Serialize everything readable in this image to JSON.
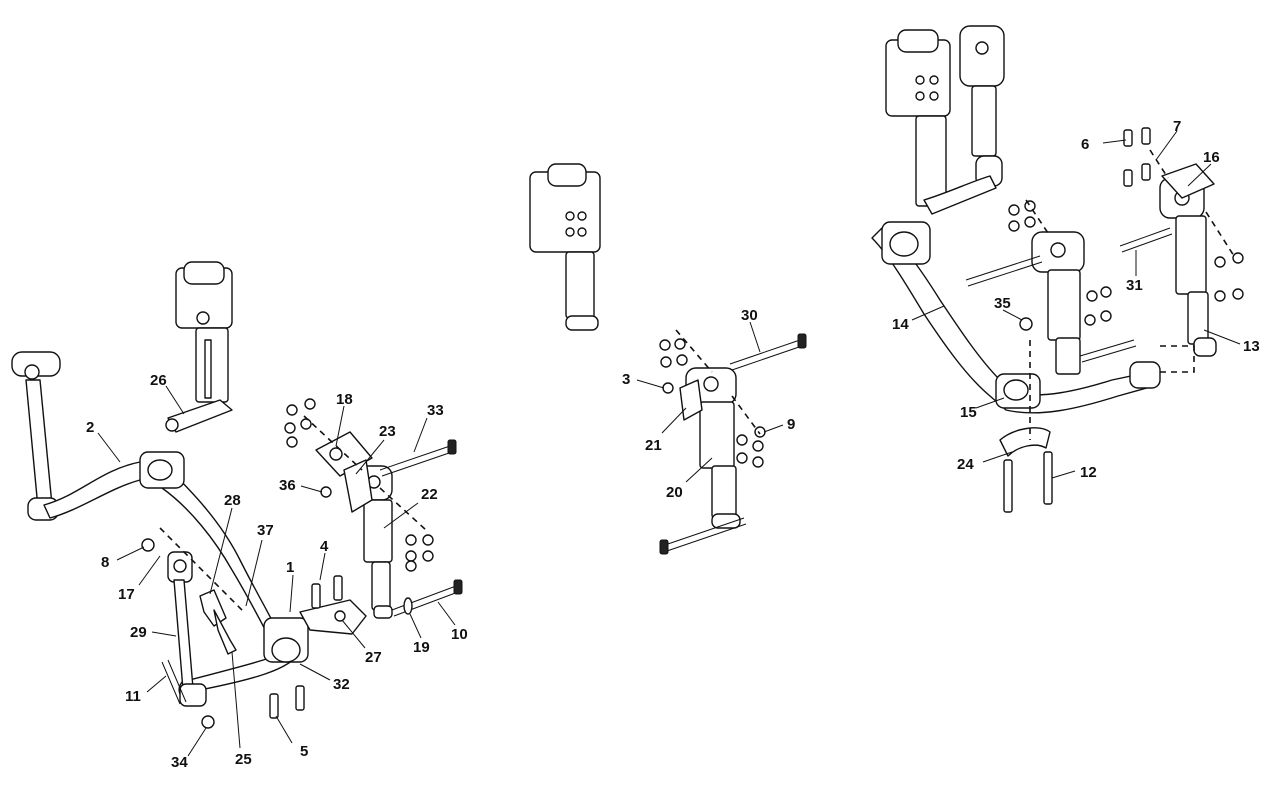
{
  "callouts": [
    {
      "id": "1",
      "text": "1"
    },
    {
      "id": "2",
      "text": "2"
    },
    {
      "id": "3",
      "text": "3"
    },
    {
      "id": "4",
      "text": "4"
    },
    {
      "id": "5",
      "text": "5"
    },
    {
      "id": "6",
      "text": "6"
    },
    {
      "id": "7",
      "text": "7"
    },
    {
      "id": "8",
      "text": "8"
    },
    {
      "id": "9",
      "text": "9"
    },
    {
      "id": "10",
      "text": "10"
    },
    {
      "id": "11",
      "text": "11"
    },
    {
      "id": "12",
      "text": "12"
    },
    {
      "id": "13",
      "text": "13"
    },
    {
      "id": "14",
      "text": "14"
    },
    {
      "id": "15",
      "text": "15"
    },
    {
      "id": "16",
      "text": "16"
    },
    {
      "id": "17",
      "text": "17"
    },
    {
      "id": "18",
      "text": "18"
    },
    {
      "id": "19",
      "text": "19"
    },
    {
      "id": "20",
      "text": "20"
    },
    {
      "id": "21",
      "text": "21"
    },
    {
      "id": "22",
      "text": "22"
    },
    {
      "id": "23",
      "text": "23"
    },
    {
      "id": "24",
      "text": "24"
    },
    {
      "id": "25",
      "text": "25"
    },
    {
      "id": "26",
      "text": "26"
    },
    {
      "id": "27",
      "text": "27"
    },
    {
      "id": "28",
      "text": "28"
    },
    {
      "id": "29",
      "text": "29"
    },
    {
      "id": "30",
      "text": "30"
    },
    {
      "id": "31",
      "text": "31"
    },
    {
      "id": "32",
      "text": "32"
    },
    {
      "id": "33",
      "text": "33"
    },
    {
      "id": "34",
      "text": "34"
    },
    {
      "id": "35",
      "text": "35"
    },
    {
      "id": "36",
      "text": "36"
    },
    {
      "id": "37",
      "text": "37"
    }
  ]
}
